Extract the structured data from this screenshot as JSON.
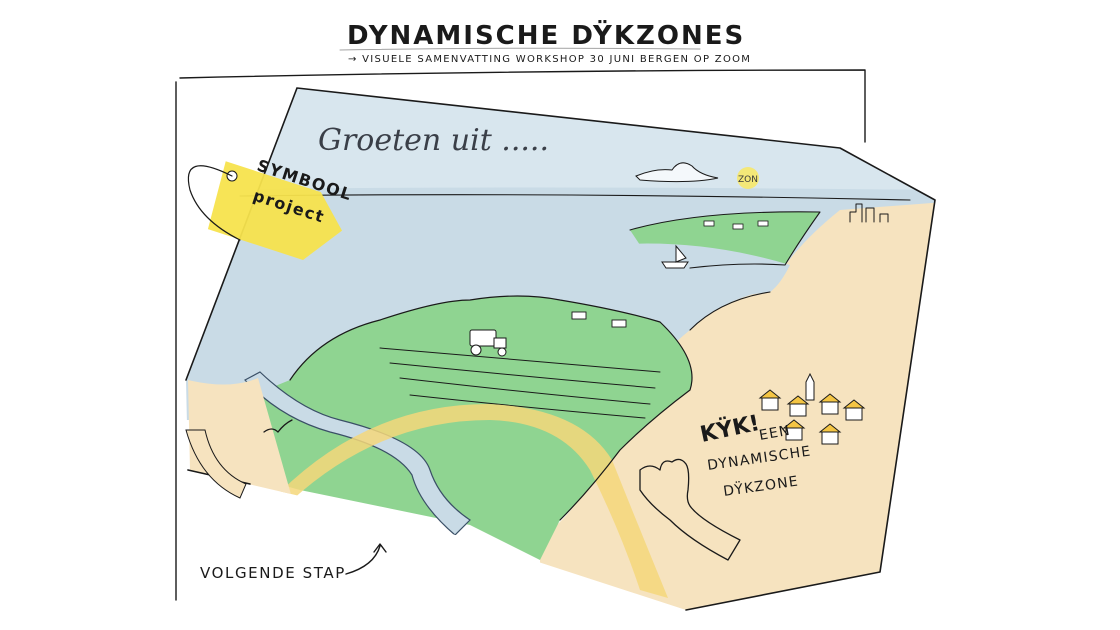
{
  "title": "DYNAMISCHE DŸKZONES",
  "subtitle": "→ VISUELE SAMENVATTING WORKSHOP 30 JUNI BERGEN OP ZOOM",
  "postcard": {
    "greeting": "Groeten uit .....",
    "sun_label": "ZON"
  },
  "tag": {
    "line1": "SYMBOOL",
    "line2": "project"
  },
  "callout": {
    "line1": "KŸK!",
    "line2": "EEN",
    "line3": "DYNAMISCHE",
    "line4": "DŸKZONE"
  },
  "next_step": "VOLGENDE STAP",
  "colors": {
    "water": "#c9dbe6",
    "sky": "#d8e6ee",
    "land_green": "#8fd491",
    "land_green_dark": "#6cc070",
    "sand": "#f6e3bf",
    "dike_yellow": "#f4d77a",
    "tag_yellow": "#f7e34d",
    "sun": "#f7e86a",
    "ink": "#1a1a1a"
  },
  "icons": [
    "tractor-icon",
    "cow-icon",
    "sailboat-icon",
    "bird-icon",
    "cloud-icon",
    "sun-icon",
    "house-icon",
    "church-icon",
    "hand-icon",
    "arrow-icon",
    "skyline-icon"
  ]
}
